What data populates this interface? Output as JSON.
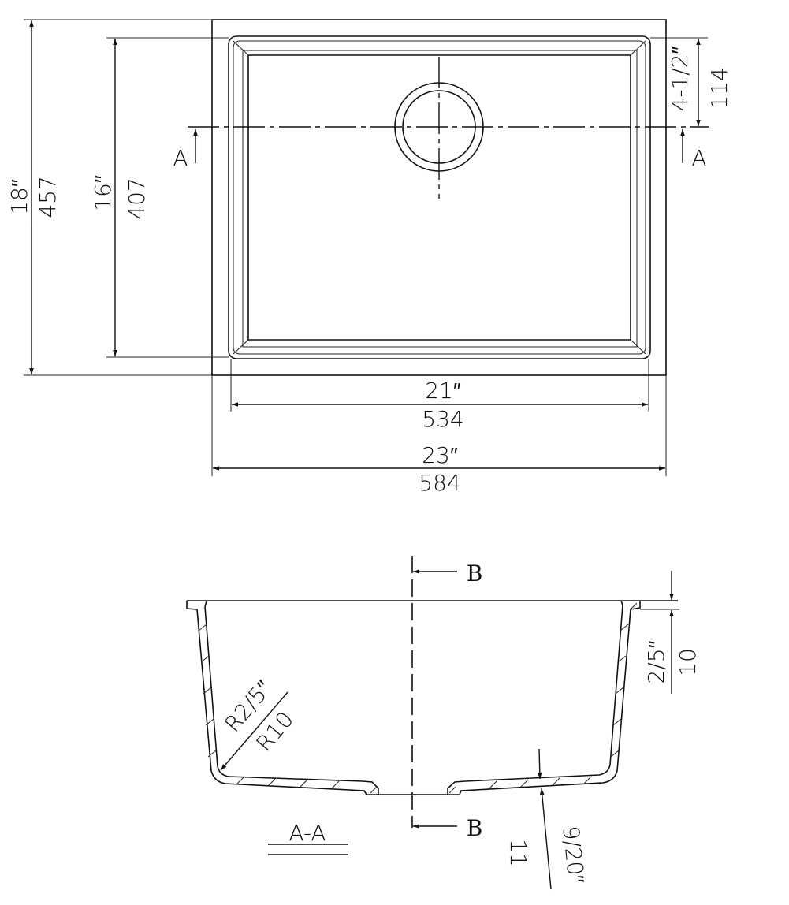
{
  "plan_view": {
    "overall_height": {
      "inch": "18″",
      "mm": "457"
    },
    "bowl_height": {
      "inch": "16″",
      "mm": "407"
    },
    "drain_offset": {
      "inch": "4-1/2″",
      "mm": "114"
    },
    "bowl_width": {
      "inch": "21″",
      "mm": "534"
    },
    "overall_width": {
      "inch": "23″",
      "mm": "584"
    },
    "section_mark_left": "A",
    "section_mark_right": "A"
  },
  "section_view": {
    "title": "A-A",
    "section_mark_top": "B",
    "section_mark_bottom": "B",
    "rim_thickness": {
      "inch": "2/5″",
      "mm": "10"
    },
    "corner_radius": {
      "inch": "R2/5″",
      "mm": "R10"
    },
    "bottom_thickness": {
      "inch": "9/20″",
      "mm": "11"
    }
  }
}
